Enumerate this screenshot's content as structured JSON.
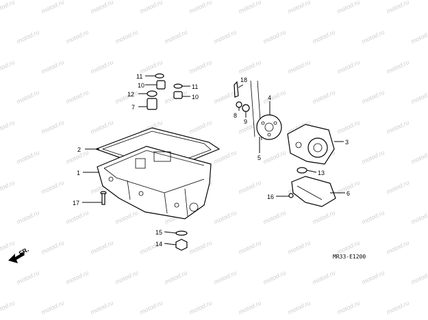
{
  "watermark": "motod.ru",
  "diagram_code": "MR33-E1200",
  "direction_label": "FR.",
  "callouts": {
    "c1": "1",
    "c2": "2",
    "c3": "3",
    "c4": "4",
    "c5": "5",
    "c6": "6",
    "c7": "7",
    "c8": "8",
    "c9": "9",
    "c10a": "10",
    "c10b": "10",
    "c11a": "11",
    "c11b": "11",
    "c12": "12",
    "c13": "13",
    "c14": "14",
    "c15": "15",
    "c16": "16",
    "c17": "17",
    "c18": "18"
  }
}
